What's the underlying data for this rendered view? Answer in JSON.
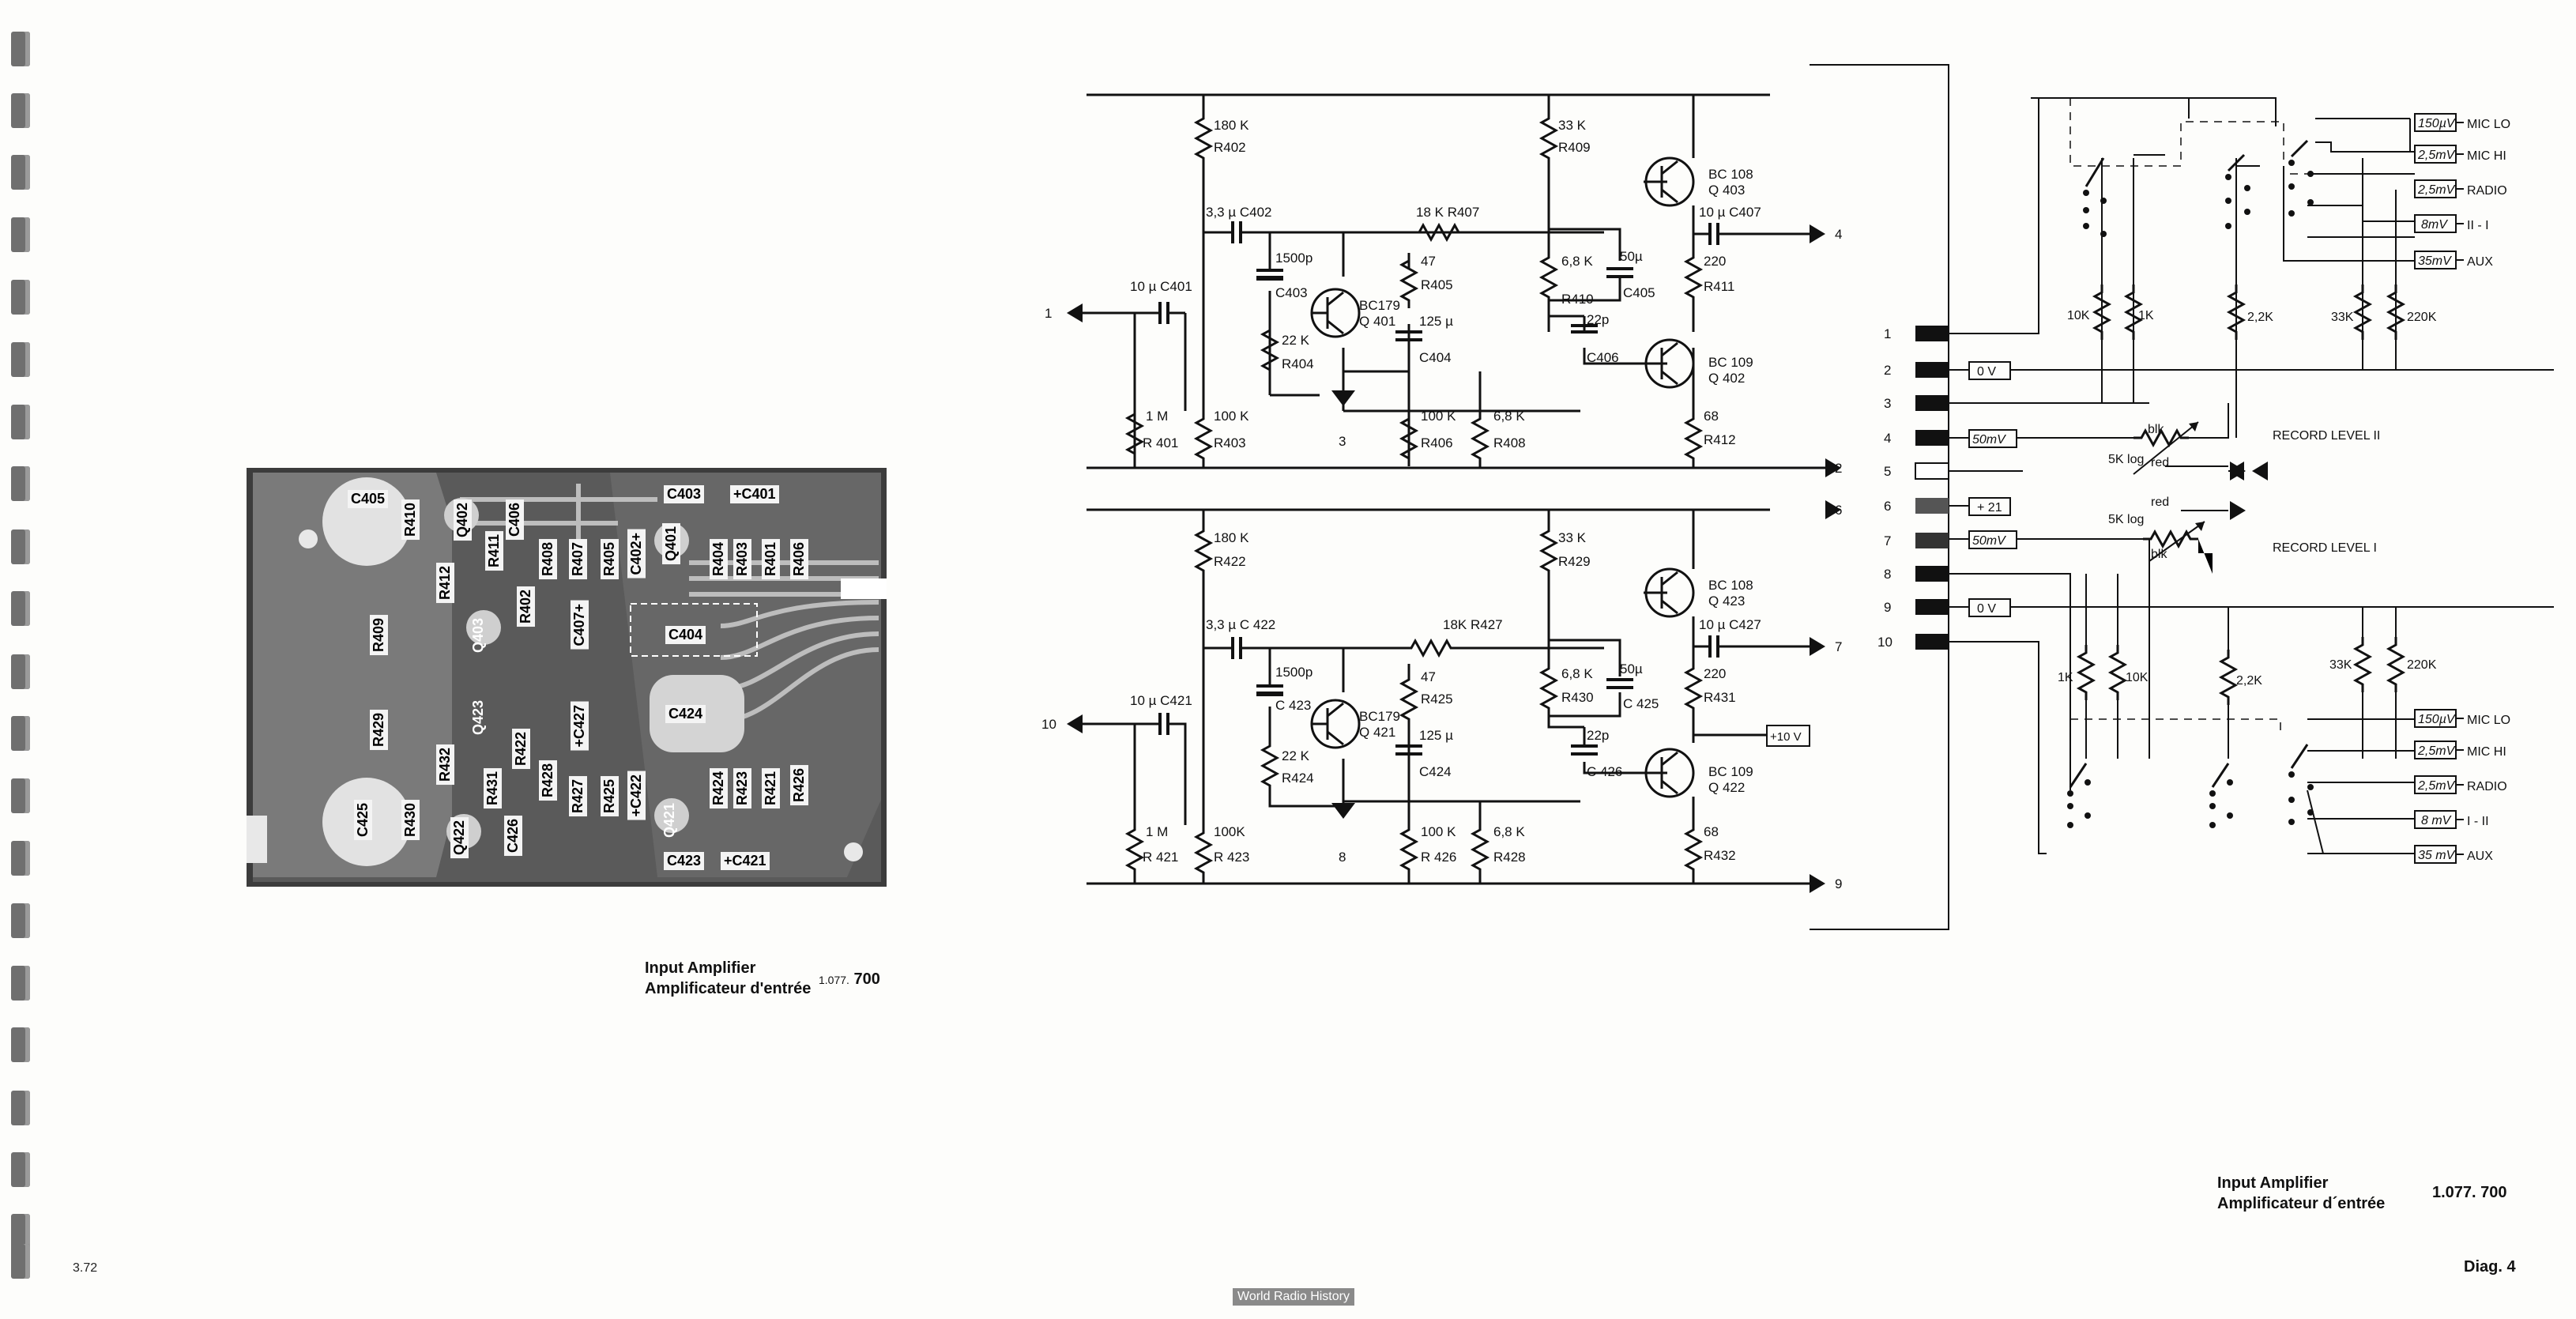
{
  "page": {
    "number": "3.72",
    "watermark": "World Radio History"
  },
  "photo_caption": {
    "title_en": "Input Amplifier",
    "title_fr": "Amplificateur d'entrée",
    "doc_prefix": "1.077.",
    "doc_suffix": "700"
  },
  "schematic_caption": {
    "title_en": "Input Amplifier",
    "title_fr": "Amplificateur d´entrée",
    "doc": "1.077. 700",
    "diag": "Diag. 4"
  },
  "pcb_labels": {
    "c405": "C405",
    "q402": "Q402",
    "r410": "R410",
    "r411": "R411",
    "c406": "C406",
    "r412": "R412",
    "c403": "C403",
    "c401": "+C401",
    "r408": "R408",
    "r407": "R407",
    "r405": "R405",
    "c402": "C402+",
    "q401": "Q401",
    "r404": "R404",
    "r403": "R403",
    "r401": "R401",
    "r406": "R406",
    "r402": "R402",
    "c407": "C407+",
    "r409": "R409",
    "q403": "Q403",
    "c404": "C404",
    "r429": "R429",
    "q423": "Q423",
    "r422": "R422",
    "c427": "+C427",
    "c424": "C424",
    "r432": "R432",
    "r431": "R431",
    "r428": "R428",
    "r427": "R427",
    "r425": "R425",
    "c422": "+C422",
    "r424": "R424",
    "r423": "R423",
    "r421": "R421",
    "r426": "R426",
    "c425": "C425",
    "r430": "R430",
    "q422": "Q422",
    "c426": "C426",
    "q421": "Q421",
    "c423": "C423",
    "c421": "+C421"
  },
  "schematic": {
    "upper": {
      "r402": [
        "180 K",
        "R402"
      ],
      "c402": "3,3 µ C402",
      "r407": "18 K  R407",
      "r409": [
        "33 K",
        "R409"
      ],
      "q403": [
        "BC 108",
        "Q 403"
      ],
      "c407": "10 µ C407",
      "c403": [
        "1500p",
        "C403"
      ],
      "r405": [
        "47",
        "R405"
      ],
      "r410": [
        "6,8 K",
        "R410"
      ],
      "c405": [
        "50µ",
        "C405"
      ],
      "r411": [
        "220",
        "R411"
      ],
      "c401": "10 µ C401",
      "q401": [
        "BC179",
        "Q 401"
      ],
      "c404": [
        "125 µ",
        "C404"
      ],
      "c406": [
        "22p",
        "C406"
      ],
      "r404": [
        "22 K",
        "R404"
      ],
      "q402": [
        "BC 109",
        "Q 402"
      ],
      "r401": [
        "1 M",
        "R 401"
      ],
      "r403": [
        "100 K",
        "R403"
      ],
      "r406": [
        "100 K",
        "R406"
      ],
      "r408": [
        "6,8 K",
        "R408"
      ],
      "r412": [
        "68",
        "R412"
      ],
      "gnd": "3"
    },
    "lower": {
      "r422": [
        "180 K",
        "R422"
      ],
      "c422": "3,3 µ C 422",
      "r427": "18K  R427",
      "r429": [
        "33 K",
        "R429"
      ],
      "q423": [
        "BC 108",
        "Q 423"
      ],
      "c427": "10 µ C427",
      "c423": [
        "1500p",
        "C 423"
      ],
      "r425": [
        "47",
        "R425"
      ],
      "r430": [
        "6,8 K",
        "R430"
      ],
      "c425": [
        "50µ",
        "C 425"
      ],
      "r431": [
        "220",
        "R431"
      ],
      "c421": "10 µ C421",
      "q421": [
        "BC179",
        "Q 421"
      ],
      "c424": [
        "125 µ",
        "C424"
      ],
      "c426": [
        "22p",
        "C 426"
      ],
      "r424": [
        "22 K",
        "R424"
      ],
      "q422": [
        "BC 109",
        "Q 422"
      ],
      "r421": [
        "1 M",
        "R 421"
      ],
      "r423": [
        "100K",
        "R 423"
      ],
      "r426": [
        "100 K",
        "R 426"
      ],
      "r428": [
        "6,8 K",
        "R428"
      ],
      "r432": [
        "68",
        "R432"
      ],
      "gnd": "8",
      "supply": "+10 V"
    },
    "terminals": {
      "t1": "1",
      "t2": "2",
      "t3": "3",
      "t4": "4",
      "t6": "6",
      "t7": "7",
      "t9": "9",
      "t10": "10"
    },
    "connector": {
      "pins": [
        "1",
        "2",
        "3",
        "4",
        "5",
        "6",
        "7",
        "8",
        "9",
        "10"
      ],
      "boxes": {
        "p2": "0 V",
        "p4": "50mV",
        "p6": "+ 21",
        "p7": "50mV",
        "p9": "0 V"
      }
    },
    "switch_top": {
      "r10k": "10K",
      "r1k": "1K",
      "r22k": "2,2K",
      "r33k": "33K",
      "r220k": "220K",
      "levels": [
        "150µV",
        "2,5mV",
        "2,5mV",
        "8mV",
        "35mV"
      ],
      "sources": [
        "MIC  LO",
        "MIC  HI",
        "RADIO",
        "II - I",
        "AUX"
      ]
    },
    "switch_bottom": {
      "r1k": "1K",
      "r10k": "10K",
      "r22k": "2,2K",
      "r33k": "33K",
      "r220k": "220K",
      "levels": [
        "150µV",
        "2,5mV",
        "2,5mV",
        "8 mV",
        "35 mV"
      ],
      "sources": [
        "MIC  LO",
        "MIC  HI",
        "RADIO",
        "I - II",
        "AUX"
      ]
    },
    "pots": {
      "top": {
        "value": "5K log",
        "blk": "blk",
        "red": "red",
        "label": "RECORD     LEVEL  II"
      },
      "bottom": {
        "value": "5K log",
        "blk": "blk",
        "red": "red",
        "label": "RECORD     LEVEL  I"
      }
    }
  }
}
